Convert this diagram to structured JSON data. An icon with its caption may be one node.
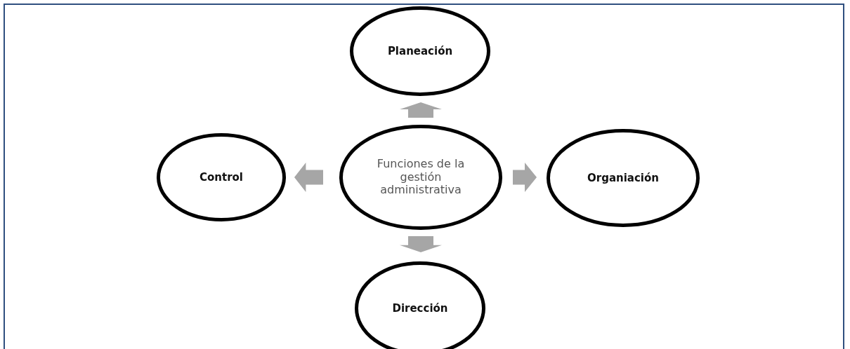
{
  "diagram": {
    "nodes": [
      {
        "text": [
          "Planeación"
        ]
      },
      {
        "text": [
          "Control"
        ]
      },
      {
        "text": [
          "Funciones de la gestión administrativa"
        ]
      },
      {
        "text": [
          "Organiación"
        ]
      },
      {
        "text": [
          "Dirección"
        ]
      }
    ],
    "edges": [
      {
        "from": 2,
        "to": 0,
        "arrow": "to"
      },
      {
        "from": 2,
        "to": 1,
        "arrow": "to"
      },
      {
        "from": 2,
        "to": 3,
        "arrow": "to"
      },
      {
        "from": 2,
        "to": 4,
        "arrow": "to"
      }
    ]
  }
}
